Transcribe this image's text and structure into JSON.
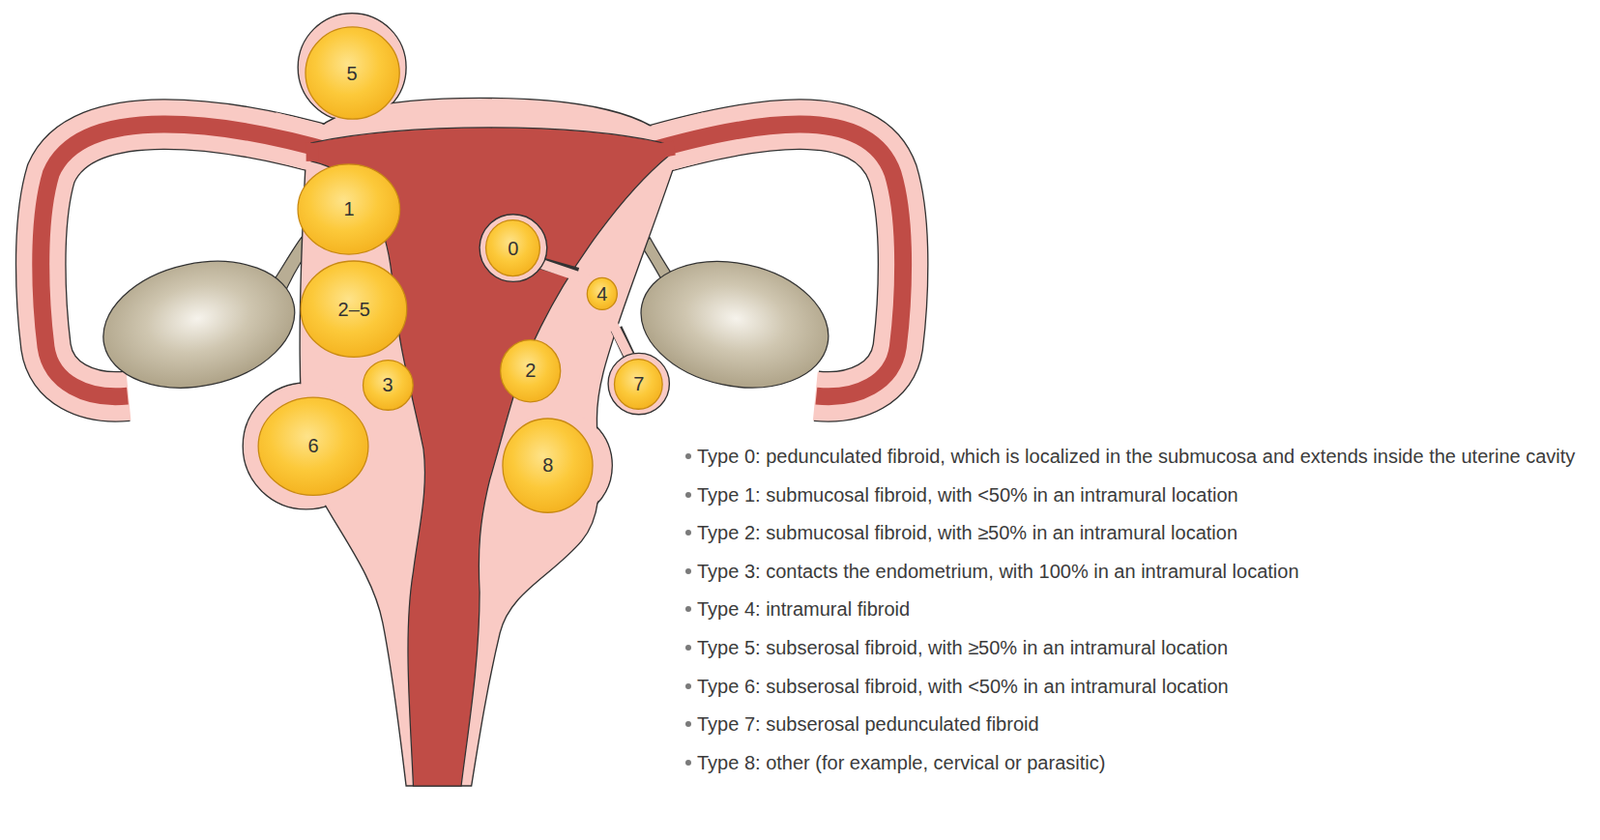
{
  "diagram": {
    "nodes": [
      {
        "text": [
          "5"
        ]
      },
      {
        "text": [
          "1"
        ]
      },
      {
        "text": [
          "0"
        ]
      },
      {
        "text": [
          "4"
        ]
      },
      {
        "text": [
          "2–5"
        ]
      },
      {
        "text": [
          "2"
        ]
      },
      {
        "text": [
          "3"
        ]
      },
      {
        "text": [
          "7"
        ]
      },
      {
        "text": [
          "6"
        ]
      },
      {
        "text": [
          "8"
        ]
      }
    ],
    "labels": [
      "Type 0: pedunculated fibroid, which is localized in the submucosa and extends inside the uterine cavity",
      "Type 1: submucosal fibroid, with <50% in an intramural location",
      "Type 2: submucosal fibroid, with ≥50% in an intramural location",
      "Type 3: contacts the endometrium, with 100% in an intramural location",
      "Type 4: intramural fibroid",
      "Type 5: subserosal fibroid, with ≥50% in an intramural location",
      "Type 6: subserosal fibroid, with <50% in an intramural location",
      "Type 7: subserosal pedunculated fibroid",
      "Type 8: other (for example, cervical or parasitic)"
    ]
  }
}
